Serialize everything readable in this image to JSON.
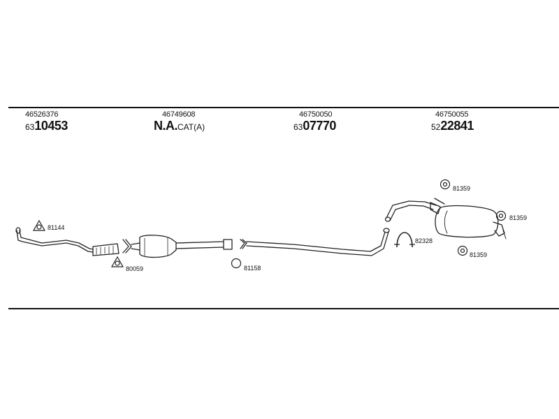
{
  "parts": [
    {
      "oe": "46526376",
      "prefix": "63",
      "suffix": "10453"
    },
    {
      "oe": "46749608",
      "prefix": "N.A.",
      "suffix": "CAT(A)"
    },
    {
      "oe": "46750050",
      "prefix": "63",
      "suffix": "07770"
    },
    {
      "oe": "46750055",
      "prefix": "52",
      "suffix": "22841"
    }
  ],
  "accessories": {
    "front_gasket": "81144",
    "flange_gasket": "80059",
    "ring": "81158",
    "clamp": "82328",
    "hanger_top": "81359",
    "hanger_right": "81359",
    "hanger_bottom": "81359"
  }
}
